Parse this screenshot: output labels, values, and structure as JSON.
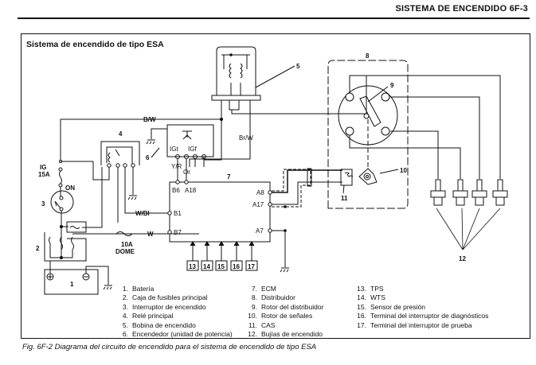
{
  "header": {
    "title": "SISTEMA DE ENCENDIDO  6F-3"
  },
  "diagram": {
    "title": "Sistema de encendido de tipo ESA",
    "wire_labels": {
      "bw": "B/W",
      "brw": "Br/W",
      "yr": "Y/R",
      "or": "Or",
      "wbl": "W/Bl",
      "w": "W",
      "ig": "IG",
      "ig_amp": "15A",
      "on": "ON",
      "dome_amp": "10A",
      "dome": "DOME",
      "igt": "IGt",
      "igf": "IGf"
    },
    "ecm_pins": {
      "b6": "B6",
      "a18": "A18",
      "b1": "B1",
      "b7": "B7",
      "a8": "A8",
      "a17": "A17",
      "a7": "A7"
    },
    "callouts": [
      "1",
      "2",
      "3",
      "4",
      "5",
      "6",
      "7",
      "8",
      "9",
      "10",
      "11",
      "12"
    ],
    "sensor_boxes": [
      "13",
      "14",
      "15",
      "16",
      "17"
    ]
  },
  "legend": {
    "col1": [
      {
        "num": "1.",
        "text": "Batería"
      },
      {
        "num": "2.",
        "text": "Caja de fusibles principal"
      },
      {
        "num": "3.",
        "text": "Interruptor de encendido"
      },
      {
        "num": "4.",
        "text": "Relé principal"
      },
      {
        "num": "5.",
        "text": "Bobina de encendido"
      },
      {
        "num": "6.",
        "text": "Encendedor (unidad de potencia)"
      }
    ],
    "col2": [
      {
        "num": "7.",
        "text": "ECM"
      },
      {
        "num": "8.",
        "text": "Distribuidor"
      },
      {
        "num": "9.",
        "text": "Rotor del distribuidor"
      },
      {
        "num": "10.",
        "text": "Rotor de señales"
      },
      {
        "num": "11.",
        "text": "CAS"
      },
      {
        "num": "12.",
        "text": "Bujías de encendido"
      }
    ],
    "col3": [
      {
        "num": "13.",
        "text": "TPS"
      },
      {
        "num": "14.",
        "text": "WTS"
      },
      {
        "num": "15.",
        "text": "Sensor de presión"
      },
      {
        "num": "16.",
        "text": "Terminal del interruptor de diagnósticos"
      },
      {
        "num": "17.",
        "text": "Terminal del interruptor de prueba"
      }
    ]
  },
  "caption": "Fig. 6F-2 Diagrama del circuito de encendido para el sistema de encendido de tipo ESA"
}
